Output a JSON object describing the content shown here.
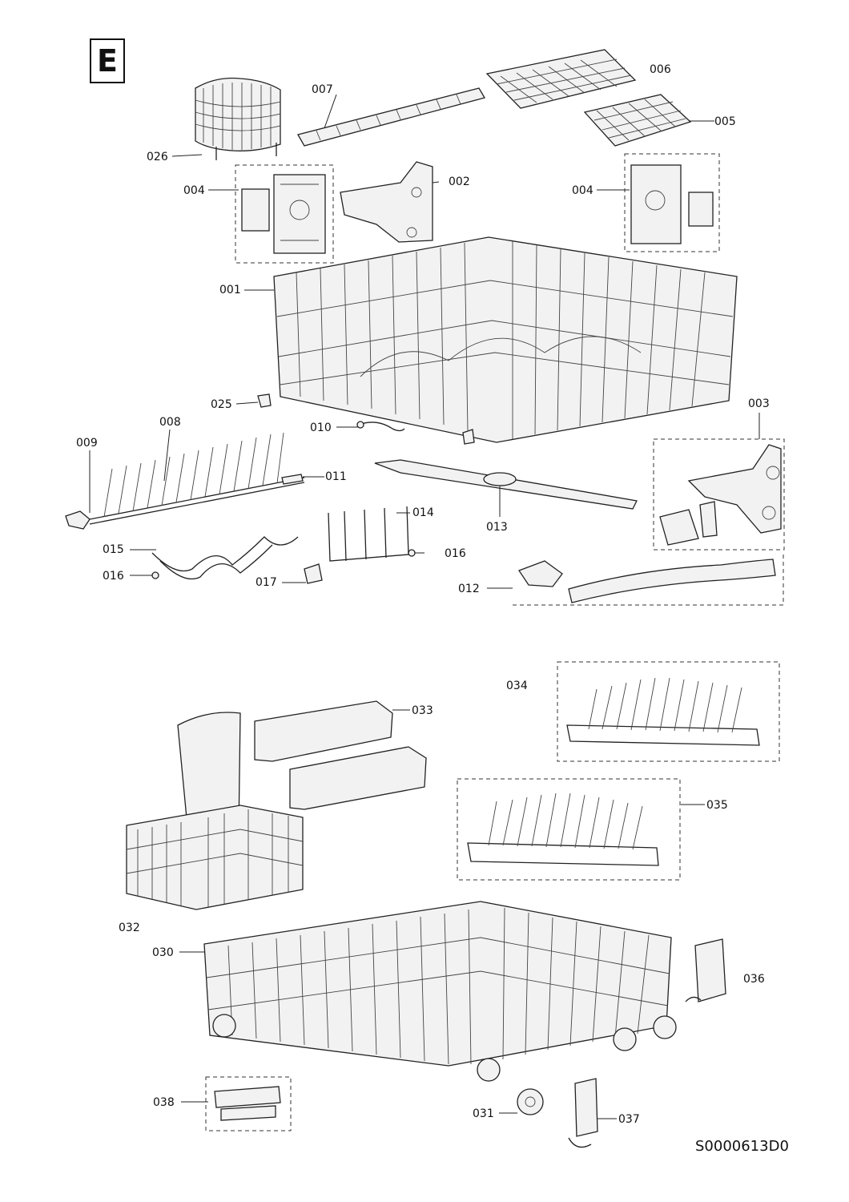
{
  "section_letter": "E",
  "document_id": "S0000613D0",
  "parts": {
    "p001": "001",
    "p002": "002",
    "p003": "003",
    "p004a": "004",
    "p004b": "004",
    "p005": "005",
    "p006": "006",
    "p007": "007",
    "p008": "008",
    "p009": "009",
    "p010": "010",
    "p011": "011",
    "p012": "012",
    "p013": "013",
    "p014": "014",
    "p015": "015",
    "p016a": "016",
    "p016b": "016",
    "p017": "017",
    "p025": "025",
    "p026": "026",
    "p030": "030",
    "p031": "031",
    "p032": "032",
    "p033": "033",
    "p034": "034",
    "p035": "035",
    "p036": "036",
    "p037": "037",
    "p038": "038"
  }
}
